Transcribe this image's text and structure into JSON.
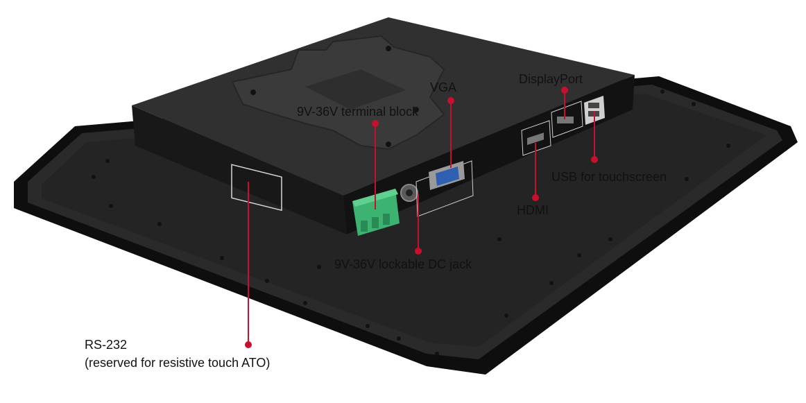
{
  "labels": {
    "vga": "VGA",
    "displayport": "DisplayPort",
    "terminal_block": "9V-36V terminal block",
    "usb_touch": "USB for touchscreen",
    "hdmi": "HDMI",
    "dc_jack": "9V-36V lockable DC jack",
    "rs232_line1": "RS-232",
    "rs232_line2": "(reserved for resistive touch ATO)"
  },
  "colors": {
    "callout": "#c8102e",
    "panel": "#1b1b1b",
    "box": "#151515",
    "terminal": "#3cb371",
    "vga_port": "#2f5fb0"
  }
}
